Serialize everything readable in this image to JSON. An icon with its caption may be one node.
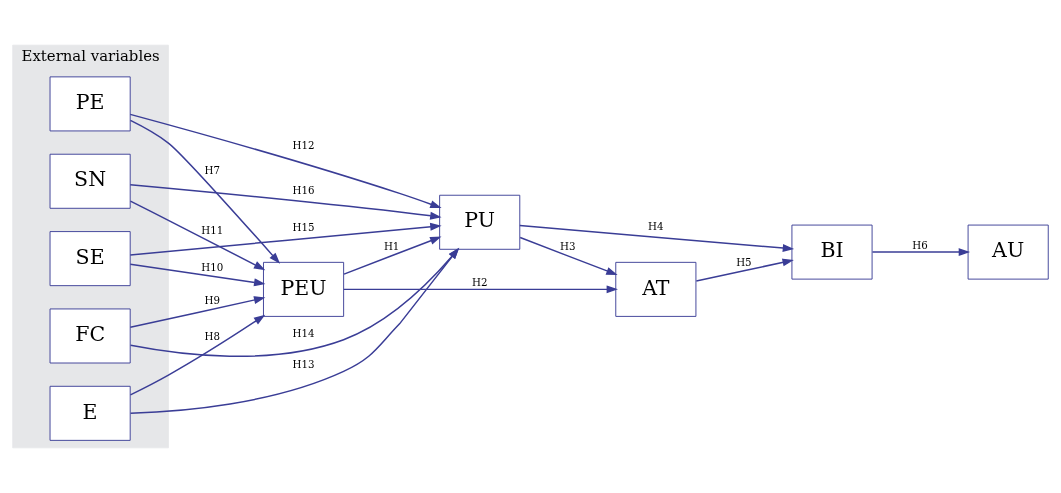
{
  "diagram": {
    "nodes": [
      {
        "text": [
          "External variables"
        ]
      },
      {
        "text": [
          "PE"
        ],
        "in": 0
      },
      {
        "text": [
          "E"
        ],
        "in": 0
      },
      {
        "text": [
          "FC"
        ],
        "in": 0
      },
      {
        "text": [
          "SE"
        ],
        "in": 0
      },
      {
        "text": [
          "SN"
        ],
        "in": 0
      },
      {
        "text": [
          "PU"
        ]
      },
      {
        "text": [
          "PEU"
        ]
      },
      {
        "text": [
          "AT"
        ]
      },
      {
        "text": [
          "BI"
        ]
      },
      {
        "text": [
          "AU"
        ]
      }
    ],
    "edges": [
      {
        "from": 1,
        "to": 6,
        "arrow": "to",
        "label": "H12"
      },
      {
        "from": 1,
        "to": 7,
        "arrow": "to",
        "label": "H7"
      },
      {
        "from": 2,
        "to": 6,
        "arrow": "to",
        "label": "H13"
      },
      {
        "from": 2,
        "to": 7,
        "arrow": "to",
        "label": "H8"
      },
      {
        "from": 3,
        "to": 6,
        "arrow": "to",
        "label": "H14"
      },
      {
        "from": 3,
        "to": 7,
        "arrow": "to",
        "label": "H9"
      },
      {
        "from": 4,
        "to": 6,
        "arrow": "to",
        "label": "H15"
      },
      {
        "from": 4,
        "to": 7,
        "arrow": "to",
        "label": "H10"
      },
      {
        "from": 5,
        "to": 6,
        "arrow": "to",
        "label": "H16"
      },
      {
        "from": 5,
        "to": 7,
        "arrow": "to",
        "label": "H11"
      },
      {
        "from": 7,
        "to": 6,
        "arrow": "to",
        "label": "H1"
      },
      {
        "from": 7,
        "to": 8,
        "arrow": "to",
        "label": "H2"
      },
      {
        "from": 6,
        "to": 8,
        "arrow": "to",
        "label": "H3"
      },
      {
        "from": 6,
        "to": 9,
        "arrow": "to",
        "label": "H4"
      },
      {
        "from": 8,
        "to": 9,
        "arrow": "to",
        "label": "H5"
      },
      {
        "from": 9,
        "to": 10,
        "arrow": "to",
        "label": "H6"
      }
    ]
  }
}
